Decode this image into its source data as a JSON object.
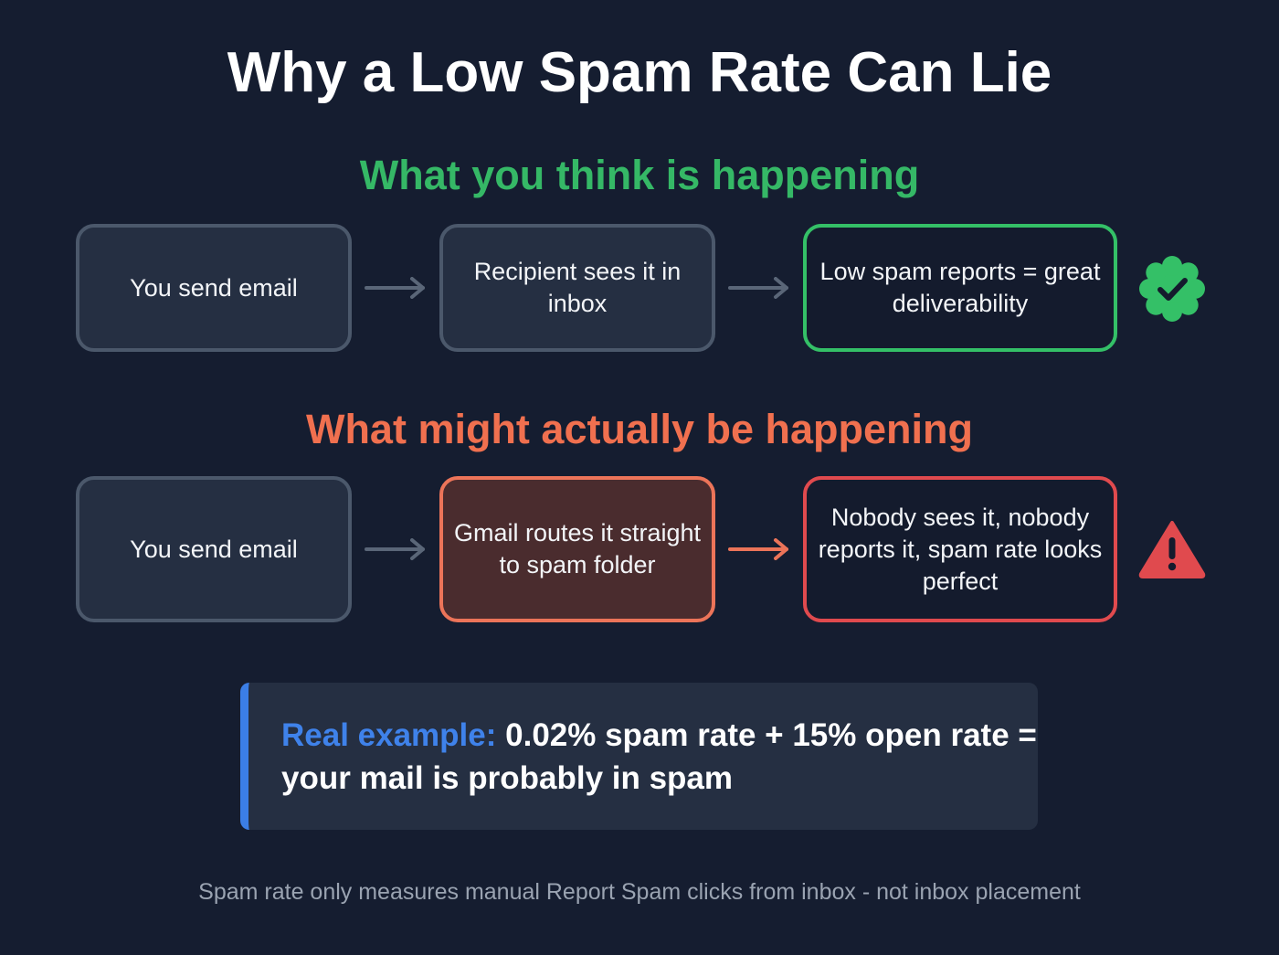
{
  "title": "Why a Low Spam Rate Can Lie",
  "sections": {
    "think": {
      "heading": "What you think is happening",
      "color": "#35b866",
      "steps": [
        {
          "text": "You send email",
          "style": "neutral"
        },
        {
          "text": "Recipient sees it in inbox",
          "style": "neutral"
        },
        {
          "text": "Low spam reports = great deliverability",
          "style": "green"
        }
      ],
      "status_icon": "check-badge-icon"
    },
    "actual": {
      "heading": "What might actually be happening",
      "color": "#f0704f",
      "steps": [
        {
          "text": "You send email",
          "style": "neutral"
        },
        {
          "text": "Gmail routes it straight to spam folder",
          "style": "orange"
        },
        {
          "text": "Nobody sees it, nobody reports it, spam rate looks perfect",
          "style": "red"
        }
      ],
      "status_icon": "warning-triangle-icon"
    }
  },
  "callout": {
    "label": "Real example:",
    "text": " 0.02% spam rate + 15% open rate = your mail is probably in spam",
    "accent_color": "#3b7ee6"
  },
  "footnote": "Spam rate only measures manual Report Spam clicks from inbox - not inbox placement"
}
